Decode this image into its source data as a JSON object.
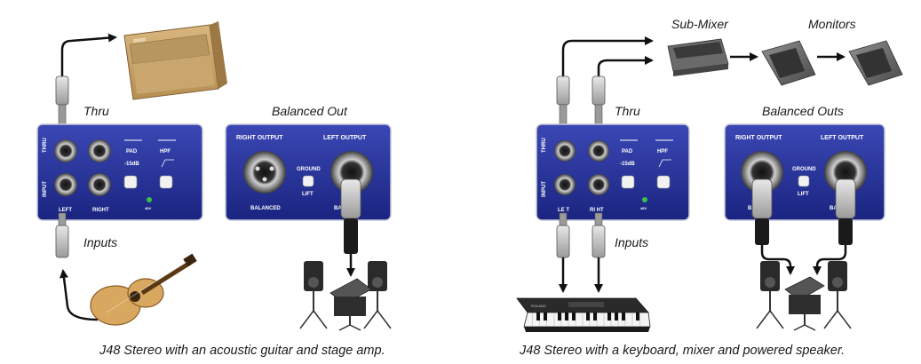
{
  "left": {
    "labels": {
      "thru": "Thru",
      "balanced_out": "Balanced Out",
      "inputs": "Inputs"
    },
    "di_panel": {
      "thru": "THRU",
      "input": "INPUT",
      "left": "LEFT",
      "right": "RIGHT",
      "pad": "PAD",
      "pad_value": "-15dB",
      "hpf": "HPF",
      "power": "48V"
    },
    "output_panel": {
      "right_output": "RIGHT OUTPUT",
      "left_output": "LEFT OUTPUT",
      "ground": "GROUND",
      "lift": "LIFT",
      "balanced": "BALANCED",
      "balanced_partial": "BA    ED"
    },
    "caption": "J48 Stereo with an acoustic guitar and stage amp."
  },
  "right": {
    "labels": {
      "sub_mixer": "Sub-Mixer",
      "monitors": "Monitors",
      "thru": "Thru",
      "balanced_outs": "Balanced Outs",
      "inputs": "Inputs"
    },
    "di_panel": {
      "thru": "THRU",
      "input": "INPUT",
      "left": "LE T",
      "right": "RI HT",
      "pad": "PAD",
      "pad_value": "-15dB",
      "hpf": "HPF",
      "power": "48V"
    },
    "output_panel": {
      "right_output": "RIGHT OUTPUT",
      "left_output": "LEFT OUTPUT",
      "ground": "GROUND",
      "lift": "LIFT",
      "balanced_l": "B     ED",
      "balanced_r": "BA    ED"
    },
    "keyboard_brand": "ROLAND",
    "caption": "J48 Stereo with a keyboard, mixer and powered speaker."
  },
  "colors": {
    "panel_blue": "#1f2a8c",
    "panel_light": "#3540a8",
    "cable": "#111111",
    "amp_tan": "#c9a46a",
    "guitar_wood": "#d9a860"
  }
}
